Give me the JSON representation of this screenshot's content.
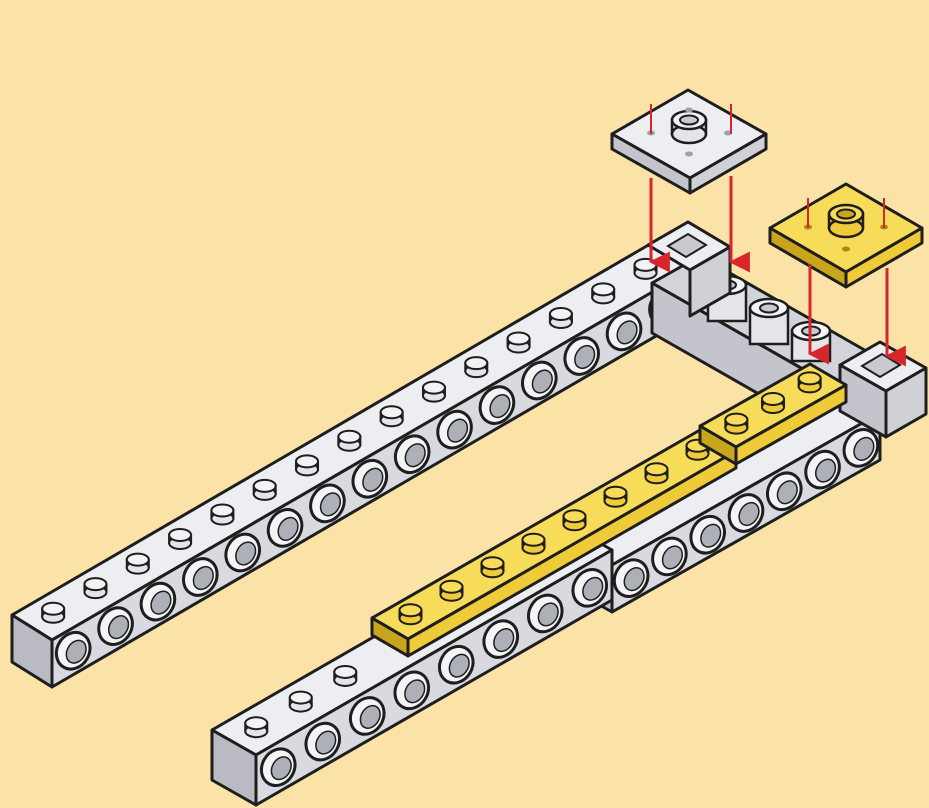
{
  "diagram": {
    "background_color": "#FBE3A8",
    "colors": {
      "gray_brick": "#D9DAE0",
      "gray_top": "#EDEEF2",
      "gray_shade": "#B9BAC2",
      "yellow_plate": "#EFCB3A",
      "yellow_top": "#F7DC5A",
      "yellow_shade": "#C9A51E",
      "outline": "#1E1E1E",
      "arrow": "#D7262B"
    },
    "parts": [
      {
        "name": "left-long-beam",
        "kind": "technic-beam",
        "color": "gray"
      },
      {
        "name": "inner-beam-front",
        "kind": "technic-beam",
        "color": "gray"
      },
      {
        "name": "inner-beam-rear",
        "kind": "technic-beam",
        "color": "gray"
      },
      {
        "name": "cross-beam",
        "kind": "technic-beam",
        "color": "gray"
      },
      {
        "name": "corner-brick-left",
        "kind": "corner-brick",
        "color": "gray"
      },
      {
        "name": "corner-brick-right",
        "kind": "corner-brick",
        "color": "gray"
      },
      {
        "name": "long-yellow-plate",
        "kind": "plate",
        "color": "yellow"
      },
      {
        "name": "short-yellow-plate",
        "kind": "plate",
        "color": "yellow"
      },
      {
        "name": "gray-2x2-jumper-plate",
        "kind": "jumper-plate",
        "color": "gray"
      },
      {
        "name": "yellow-2x2-jumper-plate",
        "kind": "jumper-plate",
        "color": "yellow"
      }
    ],
    "arrow_count": 4
  }
}
